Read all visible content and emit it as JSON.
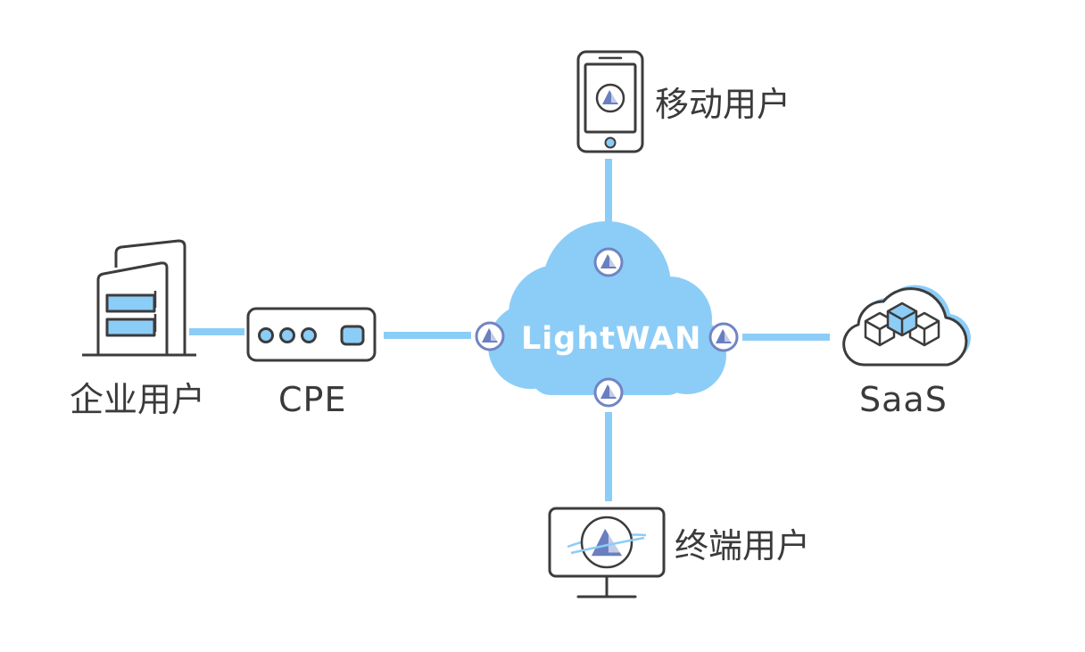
{
  "colors": {
    "line": "#8ccdf7",
    "cloud": "#8ccdf7",
    "outline": "#3c3c3c",
    "accent_fill": "#8ccdf7",
    "node_ring": "#7184c2",
    "sail": "#6a7fc0",
    "label": "#3a3a3a"
  },
  "nodes": {
    "mobile": {
      "label": "移动用户",
      "icon": "smartphone-icon"
    },
    "enterprise": {
      "label": "企业用户",
      "icon": "building-icon"
    },
    "cpe": {
      "label": "CPE",
      "icon": "router-icon"
    },
    "saas": {
      "label": "SaaS",
      "icon": "cloud-cubes-icon"
    },
    "terminal": {
      "label": "终端用户",
      "icon": "monitor-icon"
    }
  },
  "cloud": {
    "label": "LightWAN",
    "icon": "cloud-icon"
  },
  "connection_points": [
    "top",
    "left",
    "right",
    "bottom"
  ]
}
